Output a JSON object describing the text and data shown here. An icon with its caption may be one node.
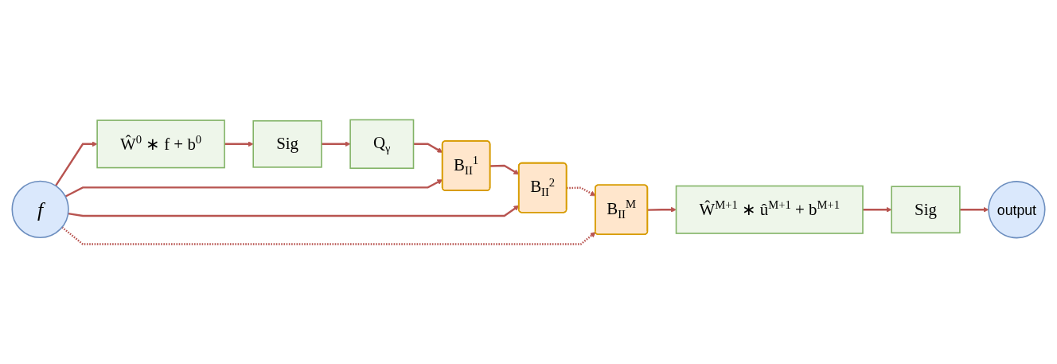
{
  "diagram": {
    "nodes": [
      {
        "text": [
          "f"
        ]
      },
      {
        "text": [
          "Ŵ$^{0}$ ∗ f + b$^{0}$"
        ]
      },
      {
        "text": [
          "Sig"
        ]
      },
      {
        "text": [
          "Q$_{γ}$"
        ]
      },
      {
        "text": [
          "B$_{II}$$^{1}$"
        ]
      },
      {
        "text": [
          "B$_{II}$$^{2}$"
        ]
      },
      {
        "text": [
          "B$_{II}$$^{M}$"
        ]
      },
      {
        "text": [
          "Ŵ$^{M+1}$ ∗ û$^{M+1}$ + b$^{M+1}$"
        ]
      },
      {
        "text": [
          "Sig"
        ]
      },
      {
        "text": [
          "output"
        ]
      }
    ],
    "edges": [
      {
        "from": 0,
        "to": 1,
        "arrow": "to"
      },
      {
        "from": 1,
        "to": 2,
        "arrow": "to"
      },
      {
        "from": 2,
        "to": 3,
        "arrow": "to"
      },
      {
        "from": 3,
        "to": 4,
        "arrow": "to"
      },
      {
        "from": 4,
        "to": 5,
        "arrow": "to"
      },
      {
        "from": 5,
        "to": 6,
        "arrow": "to",
        "style": "dashed"
      },
      {
        "from": 6,
        "to": 7,
        "arrow": "to"
      },
      {
        "from": 7,
        "to": 8,
        "arrow": "to"
      },
      {
        "from": 8,
        "to": 9,
        "arrow": "to"
      },
      {
        "from": 0,
        "to": 4,
        "arrow": "to"
      },
      {
        "from": 0,
        "to": 5,
        "arrow": "to"
      },
      {
        "from": 0,
        "to": 6,
        "arrow": "to",
        "style": "dashed"
      }
    ]
  }
}
